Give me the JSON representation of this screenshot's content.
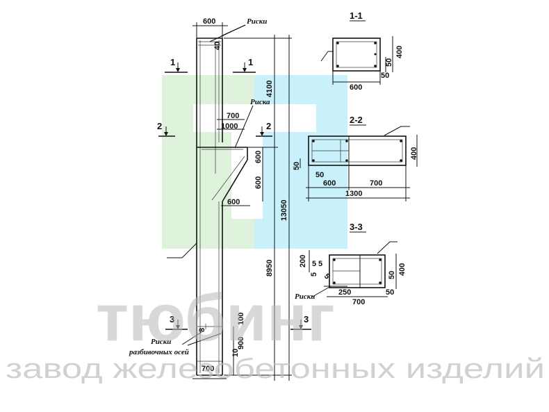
{
  "sections": {
    "s11": "1-1",
    "s22": "2-2",
    "s33": "3-3"
  },
  "cut_marks": {
    "one": "1",
    "two": "2",
    "three": "3"
  },
  "notes": {
    "riski_top": "Риски",
    "riska_mid": "Риска",
    "riski_bottom_1": "Риски",
    "riski_bottom_2": "разбивочных осей",
    "riski_33": "Риски"
  },
  "dims_elevation": {
    "top_width": "600",
    "top_40": "40",
    "height_4100": "4100",
    "console_700": "700",
    "console_1000": "1000",
    "console_600a": "600",
    "console_600b": "600",
    "console_600c": "600",
    "total_13050": "13050",
    "lower_8950": "8950",
    "bot_100": "100",
    "bot_900": "900",
    "bot_10": "10",
    "bottom_width": "700",
    "bot_8": "8"
  },
  "dims_11": {
    "w_600": "600",
    "h_400": "400",
    "d_50a": "50",
    "d_50b": "50"
  },
  "dims_22": {
    "h_400": "400",
    "d_50a": "50",
    "d_50b": "50",
    "w_600": "600",
    "w_700": "700",
    "w_1300": "1300"
  },
  "dims_33": {
    "d_200": "200",
    "d_5a": "5",
    "d_5b": "5",
    "d_5c": "5",
    "d_5d": "5",
    "d_250": "250",
    "w_700": "700",
    "h_400": "400",
    "d_50a": "50",
    "d_50b": "50"
  },
  "watermark": {
    "title": "тюбинг",
    "subtitle": "завод железобетонных изделий"
  },
  "colors": {
    "green": "#dff3dc",
    "cyan": "#c9f1fb",
    "ink": "#111111"
  }
}
